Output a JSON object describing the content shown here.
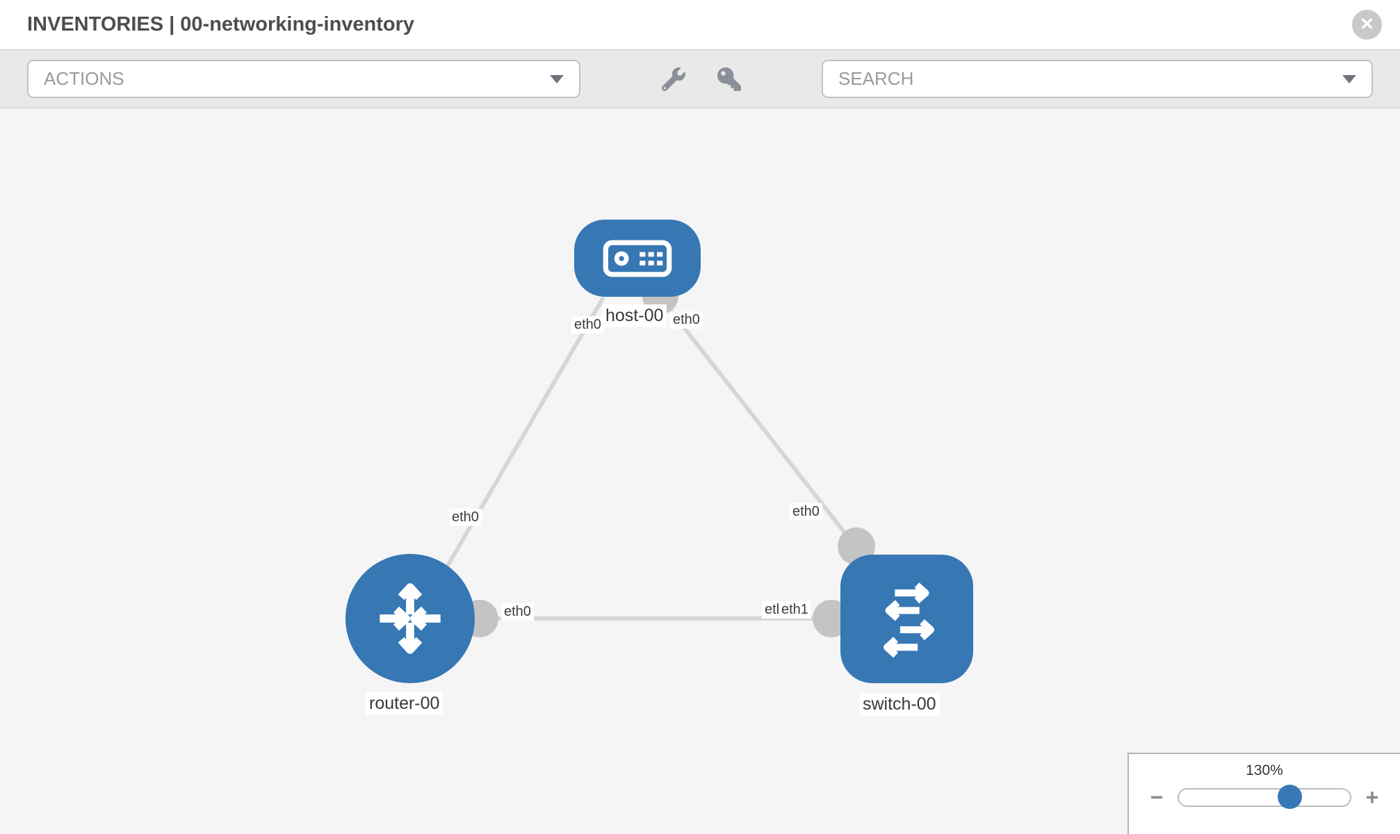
{
  "header": {
    "title": "INVENTORIES | 00-networking-inventory",
    "close_icon": "✕"
  },
  "toolbar": {
    "actions_label": "ACTIONS",
    "search_label": "SEARCH",
    "icons": {
      "wrench": "wrench-icon",
      "key": "key-icon"
    }
  },
  "topology": {
    "nodes": [
      {
        "id": "host-00",
        "type": "host",
        "label": "host-00"
      },
      {
        "id": "router-00",
        "type": "router",
        "label": "router-00"
      },
      {
        "id": "switch-00",
        "type": "switch",
        "label": "switch-00"
      }
    ],
    "links": [
      {
        "from": "host-00",
        "from_interface": "eth0",
        "to": "router-00",
        "to_interface": "eth0"
      },
      {
        "from": "host-00",
        "from_interface": "eth0",
        "to": "switch-00",
        "to_interface": "eth0"
      },
      {
        "from": "router-00",
        "from_interface": "eth0",
        "to": "switch-00",
        "to_interface": "eth1"
      }
    ],
    "interface_labels": {
      "host_to_router": "eth0",
      "host_to_switch": "eth0",
      "router_to_host": "eth0",
      "router_to_switch": "eth0",
      "switch_to_host": "eth0",
      "switch_to_router": "eth1",
      "switch_to_router_hidden": "eth0"
    }
  },
  "zoom_control": {
    "level": "130%",
    "minus": "−",
    "plus": "+"
  },
  "colors": {
    "node_blue": "#3677b4",
    "accent_blue": "#3779b7",
    "link_gray": "#d6d6d6",
    "dot_gray": "#c4c4c4",
    "canvas_bg": "#f5f5f5"
  }
}
